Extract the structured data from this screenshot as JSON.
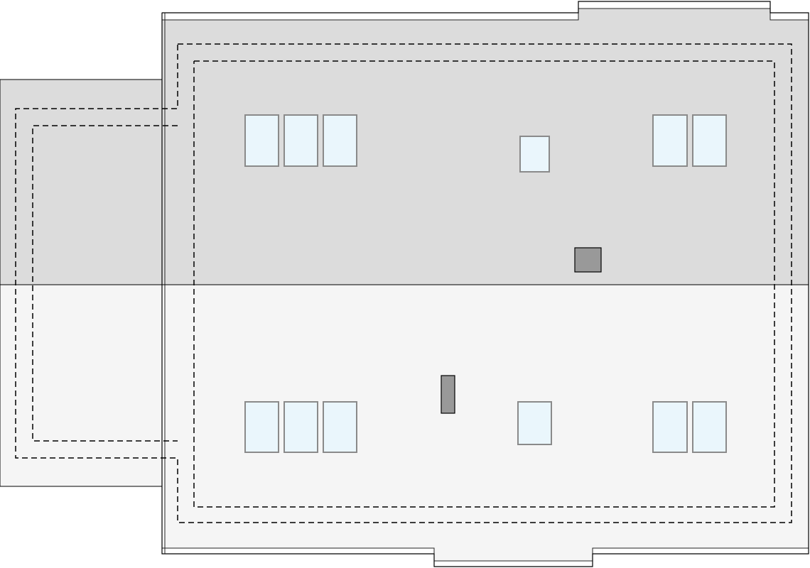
{
  "plan": {
    "colors": {
      "background": "#ffffff",
      "roof_upper": "#dcdcdc",
      "roof_lower": "#f5f5f5",
      "outline": "#000000",
      "eave_line": "#222222",
      "dashed_line": "#000000",
      "skylight_fill": "#eaf6fc",
      "skylight_stroke": "#8a8a8a",
      "chimney_fill": "#999999",
      "vent_fill": "#999999"
    },
    "roof_planes": [
      "upper",
      "lower"
    ],
    "skylight_groups": [
      {
        "plane": "upper",
        "count": 3
      },
      {
        "plane": "upper",
        "count": 1
      },
      {
        "plane": "upper",
        "count": 2
      },
      {
        "plane": "lower",
        "count": 3
      },
      {
        "plane": "lower",
        "count": 1
      },
      {
        "plane": "lower",
        "count": 2
      }
    ],
    "chimney_count": 1,
    "vent_count": 1
  }
}
